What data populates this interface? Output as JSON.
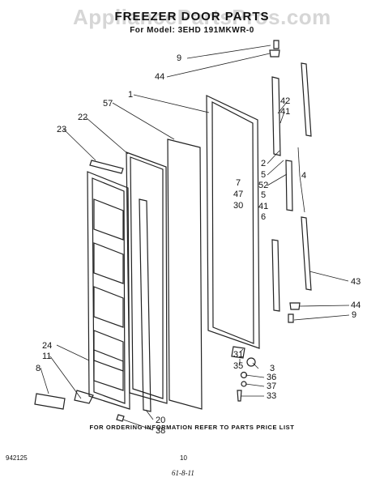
{
  "watermark": "AppliancePartsPros.com",
  "header": {
    "title": "FREEZER DOOR PARTS",
    "subtitle": "For Model: 3EHD 191MKWR-0"
  },
  "callouts": [
    "9",
    "44",
    "1",
    "57",
    "42",
    "41",
    "22",
    "23",
    "2",
    "5",
    "52",
    "7",
    "47",
    "30",
    "4",
    "5",
    "41",
    "6",
    "43",
    "44",
    "9",
    "24",
    "11",
    "31",
    "35",
    "3",
    "36",
    "37",
    "33",
    "8",
    "20",
    "38"
  ],
  "footer": {
    "ordering_note": "FOR ORDERING INFORMATION REFER TO PARTS PRICE LIST",
    "code": "942125",
    "page": "10",
    "date": "61-8-11"
  }
}
